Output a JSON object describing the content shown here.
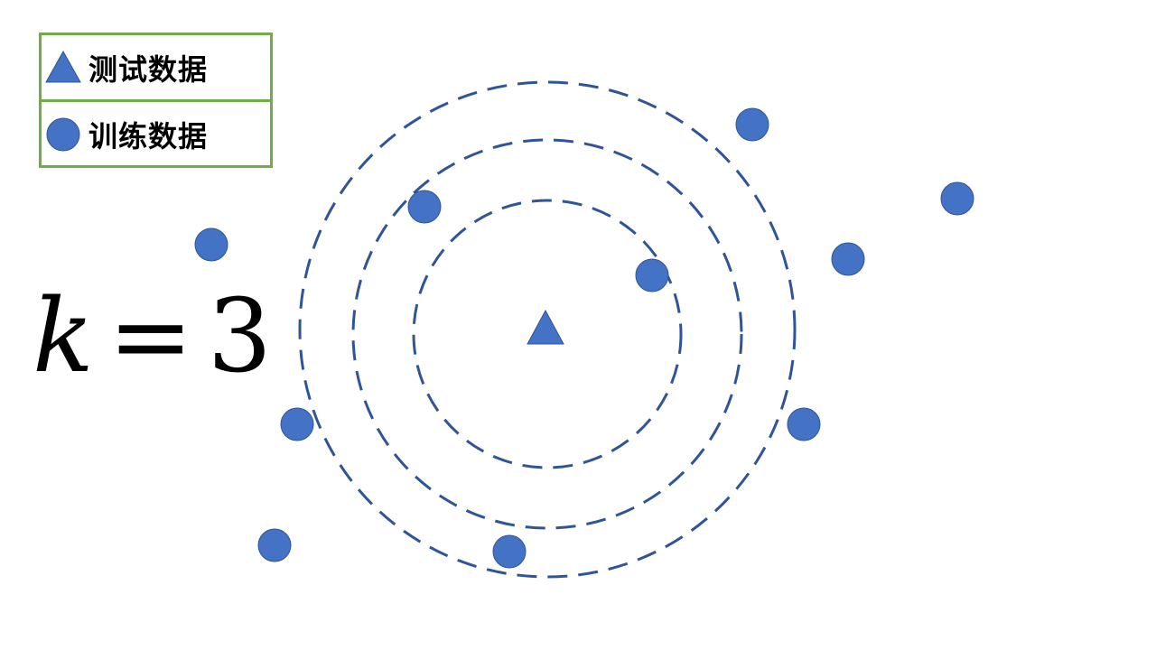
{
  "legend": {
    "test_label": "测试数据",
    "train_label": "训练数据",
    "border_color": "#70ad47",
    "test_icon": "triangle-icon",
    "train_icon": "circle-icon"
  },
  "formula": {
    "variable": "k",
    "operator": "=",
    "value": "3"
  },
  "colors": {
    "point_fill": "#4472c4",
    "point_stroke": "#2f5597",
    "ring_stroke": "#2f5597"
  }
}
